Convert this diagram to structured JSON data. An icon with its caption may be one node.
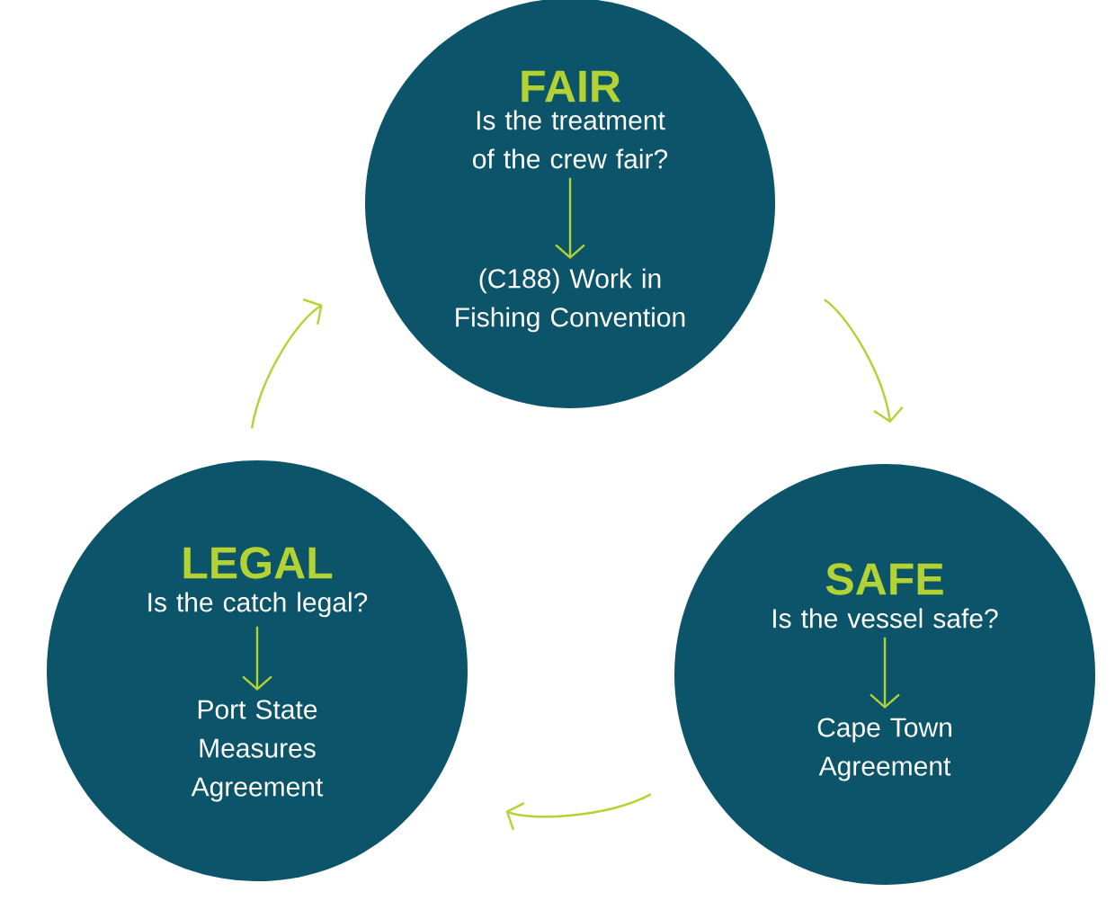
{
  "diagram": {
    "nodes": [
      {
        "text": [
          "FAIR"
        ]
      },
      {
        "text": [
          "Is the treatment of the crew fair?"
        ],
        "in": 0
      },
      {
        "text": [
          "(C188) Work in Fishing Convention"
        ],
        "in": 0
      },
      {
        "text": [
          "SAFE"
        ]
      },
      {
        "text": [
          "Is the vessel safe?"
        ],
        "in": 3
      },
      {
        "text": [
          "Cape Town Agreement"
        ],
        "in": 3
      },
      {
        "text": [
          "LEGAL"
        ]
      },
      {
        "text": [
          "Is the catch legal?"
        ],
        "in": 6
      },
      {
        "text": [
          "Port State Measures Agreement"
        ],
        "in": 6
      }
    ],
    "edges": [
      {
        "from": 1,
        "to": 2,
        "arrow": "to"
      },
      {
        "from": 4,
        "to": 5,
        "arrow": "to"
      },
      {
        "from": 7,
        "to": 8,
        "arrow": "to"
      },
      {
        "from": 0,
        "to": 3,
        "arrow": "to"
      },
      {
        "from": 3,
        "to": 6,
        "arrow": "to"
      },
      {
        "from": 6,
        "to": 0,
        "arrow": "to"
      }
    ]
  }
}
